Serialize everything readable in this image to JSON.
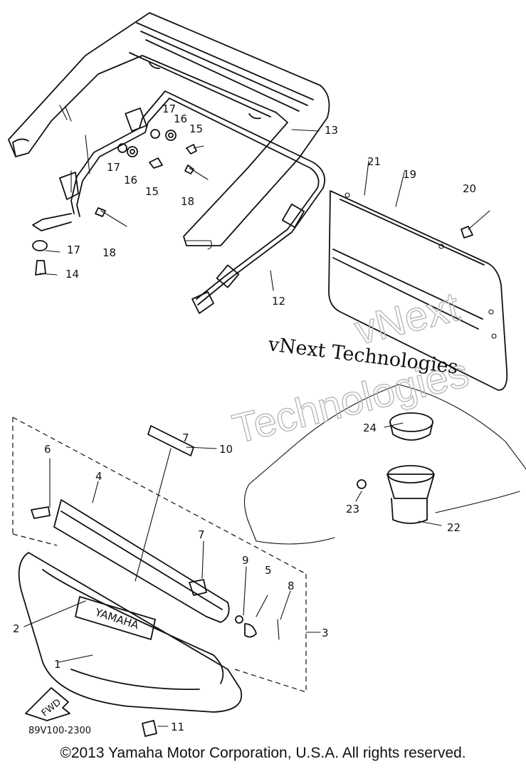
{
  "part_labels": {
    "p1": "1",
    "p2": "2",
    "p3": "3",
    "p4": "4",
    "p5": "5",
    "p6": "6",
    "p7a": "7",
    "p7b": "7",
    "p8": "8",
    "p9": "9",
    "p10": "10",
    "p11": "11",
    "p12": "12",
    "p13": "13",
    "p14": "14",
    "p15a": "15",
    "p15b": "15",
    "p16a": "16",
    "p16b": "16",
    "p17a": "17",
    "p17b": "17",
    "p17c": "17",
    "p18a": "18",
    "p18b": "18",
    "p19": "19",
    "p20": "20",
    "p21": "21",
    "p22": "22",
    "p23": "23",
    "p24": "24"
  },
  "emblem_text": "YAMAHA",
  "fwd_text": "FWD",
  "diagram_code": "89V100-2300",
  "watermark": {
    "line_text": "vNext Technologies",
    "outline_top": "vNext",
    "outline_bottom": "Technologies"
  },
  "copyright": "©2013 Yamaha Motor Corporation, U.S.A. All rights reserved."
}
